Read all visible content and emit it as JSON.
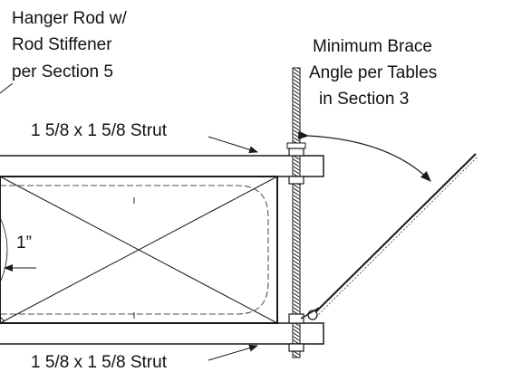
{
  "labels": {
    "hanger_rod_line1": "Hanger Rod w/",
    "hanger_rod_line2": "Rod Stiffener",
    "hanger_rod_line3": "per Section 5",
    "brace_line1": "Minimum Brace",
    "brace_line2": "Angle per Tables",
    "brace_line3": "in Section 3",
    "strut_top": "1 5/8 x 1 5/8 Strut",
    "strut_bottom": "1 5/8 x 1 5/8 Strut",
    "inch": "1”"
  },
  "colors": {
    "line": "#1a1a1a",
    "text": "#111111",
    "background": "#ffffff"
  }
}
